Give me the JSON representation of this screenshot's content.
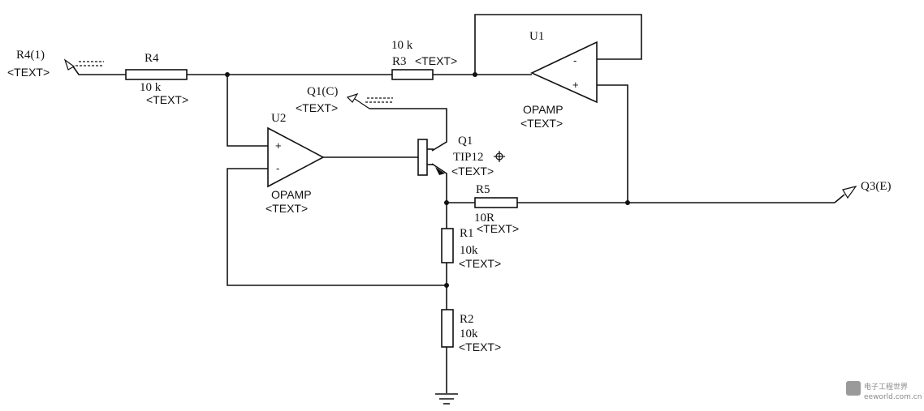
{
  "ports": {
    "r4_in": "R4(1)",
    "r4_in_text": "<TEXT>",
    "q1c": "Q1(C)",
    "q1c_text": "<TEXT>",
    "q3e": "Q3(E)"
  },
  "r4": {
    "name": "R4",
    "value": "10 k",
    "text": "<TEXT>"
  },
  "r3": {
    "name": "R3",
    "value": "10 k",
    "text": "<TEXT>"
  },
  "r5": {
    "name": "R5",
    "value": "10R",
    "text": "<TEXT>"
  },
  "r1": {
    "name": "R1",
    "value": "10k",
    "text": "<TEXT>"
  },
  "r2": {
    "name": "R2",
    "value": "10k",
    "text": "<TEXT>"
  },
  "u1": {
    "name": "U1",
    "type": "OPAMP",
    "text": "<TEXT>",
    "minus": "-",
    "plus": "+"
  },
  "u2": {
    "name": "U2",
    "type": "OPAMP",
    "text": "<TEXT>",
    "minus": "-",
    "plus": "+"
  },
  "q1": {
    "name": "Q1",
    "part": "TIP12",
    "text": "<TEXT>"
  },
  "watermark": {
    "line1": "电子工程世界",
    "line2": "eeworld.com.cn"
  }
}
